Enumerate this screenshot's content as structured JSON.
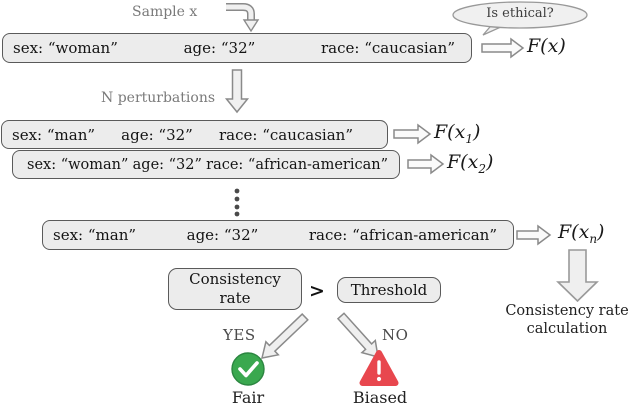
{
  "labels": {
    "sample_x": "Sample x",
    "is_ethical": "Is ethical?",
    "n_perturbations": "N perturbations",
    "gt": ">",
    "consistency_line1": "Consistency",
    "consistency_line2": "rate",
    "threshold": "Threshold",
    "yes": "YES",
    "no": "NO",
    "fair": "Fair",
    "biased": "Biased",
    "cr_calc_line1": "Consistency rate",
    "cr_calc_line2": "calculation"
  },
  "rows": [
    {
      "fields": [
        "sex: “woman”",
        "age: “32”",
        "race: “caucasian”"
      ],
      "output": {
        "pre": "F(x",
        "sub": "",
        "post": ")"
      }
    },
    {
      "fields": [
        "sex: “man”",
        "age: “32”",
        "race: “caucasian”"
      ],
      "output": {
        "pre": "F(x",
        "sub": "1",
        "post": ")"
      }
    },
    {
      "fields": [
        "sex: “woman”",
        "age: “32”",
        "race: “african-american”"
      ],
      "output": {
        "pre": "F(x",
        "sub": "2",
        "post": ")"
      }
    },
    {
      "fields": [
        "sex: “man”",
        "age: “32”",
        "race: “african-american”"
      ],
      "output": {
        "pre": "F(x",
        "sub": "n",
        "post": ")"
      }
    }
  ],
  "colors": {
    "fair_green": "#3aa84f",
    "fair_green_border": "#2b8540",
    "biased_red": "#e8474e",
    "box_fill": "#ececec",
    "box_border": "#5a5a5a",
    "arrow_fill": "#f0f0f0",
    "arrow_stroke": "#8a8a8a"
  }
}
